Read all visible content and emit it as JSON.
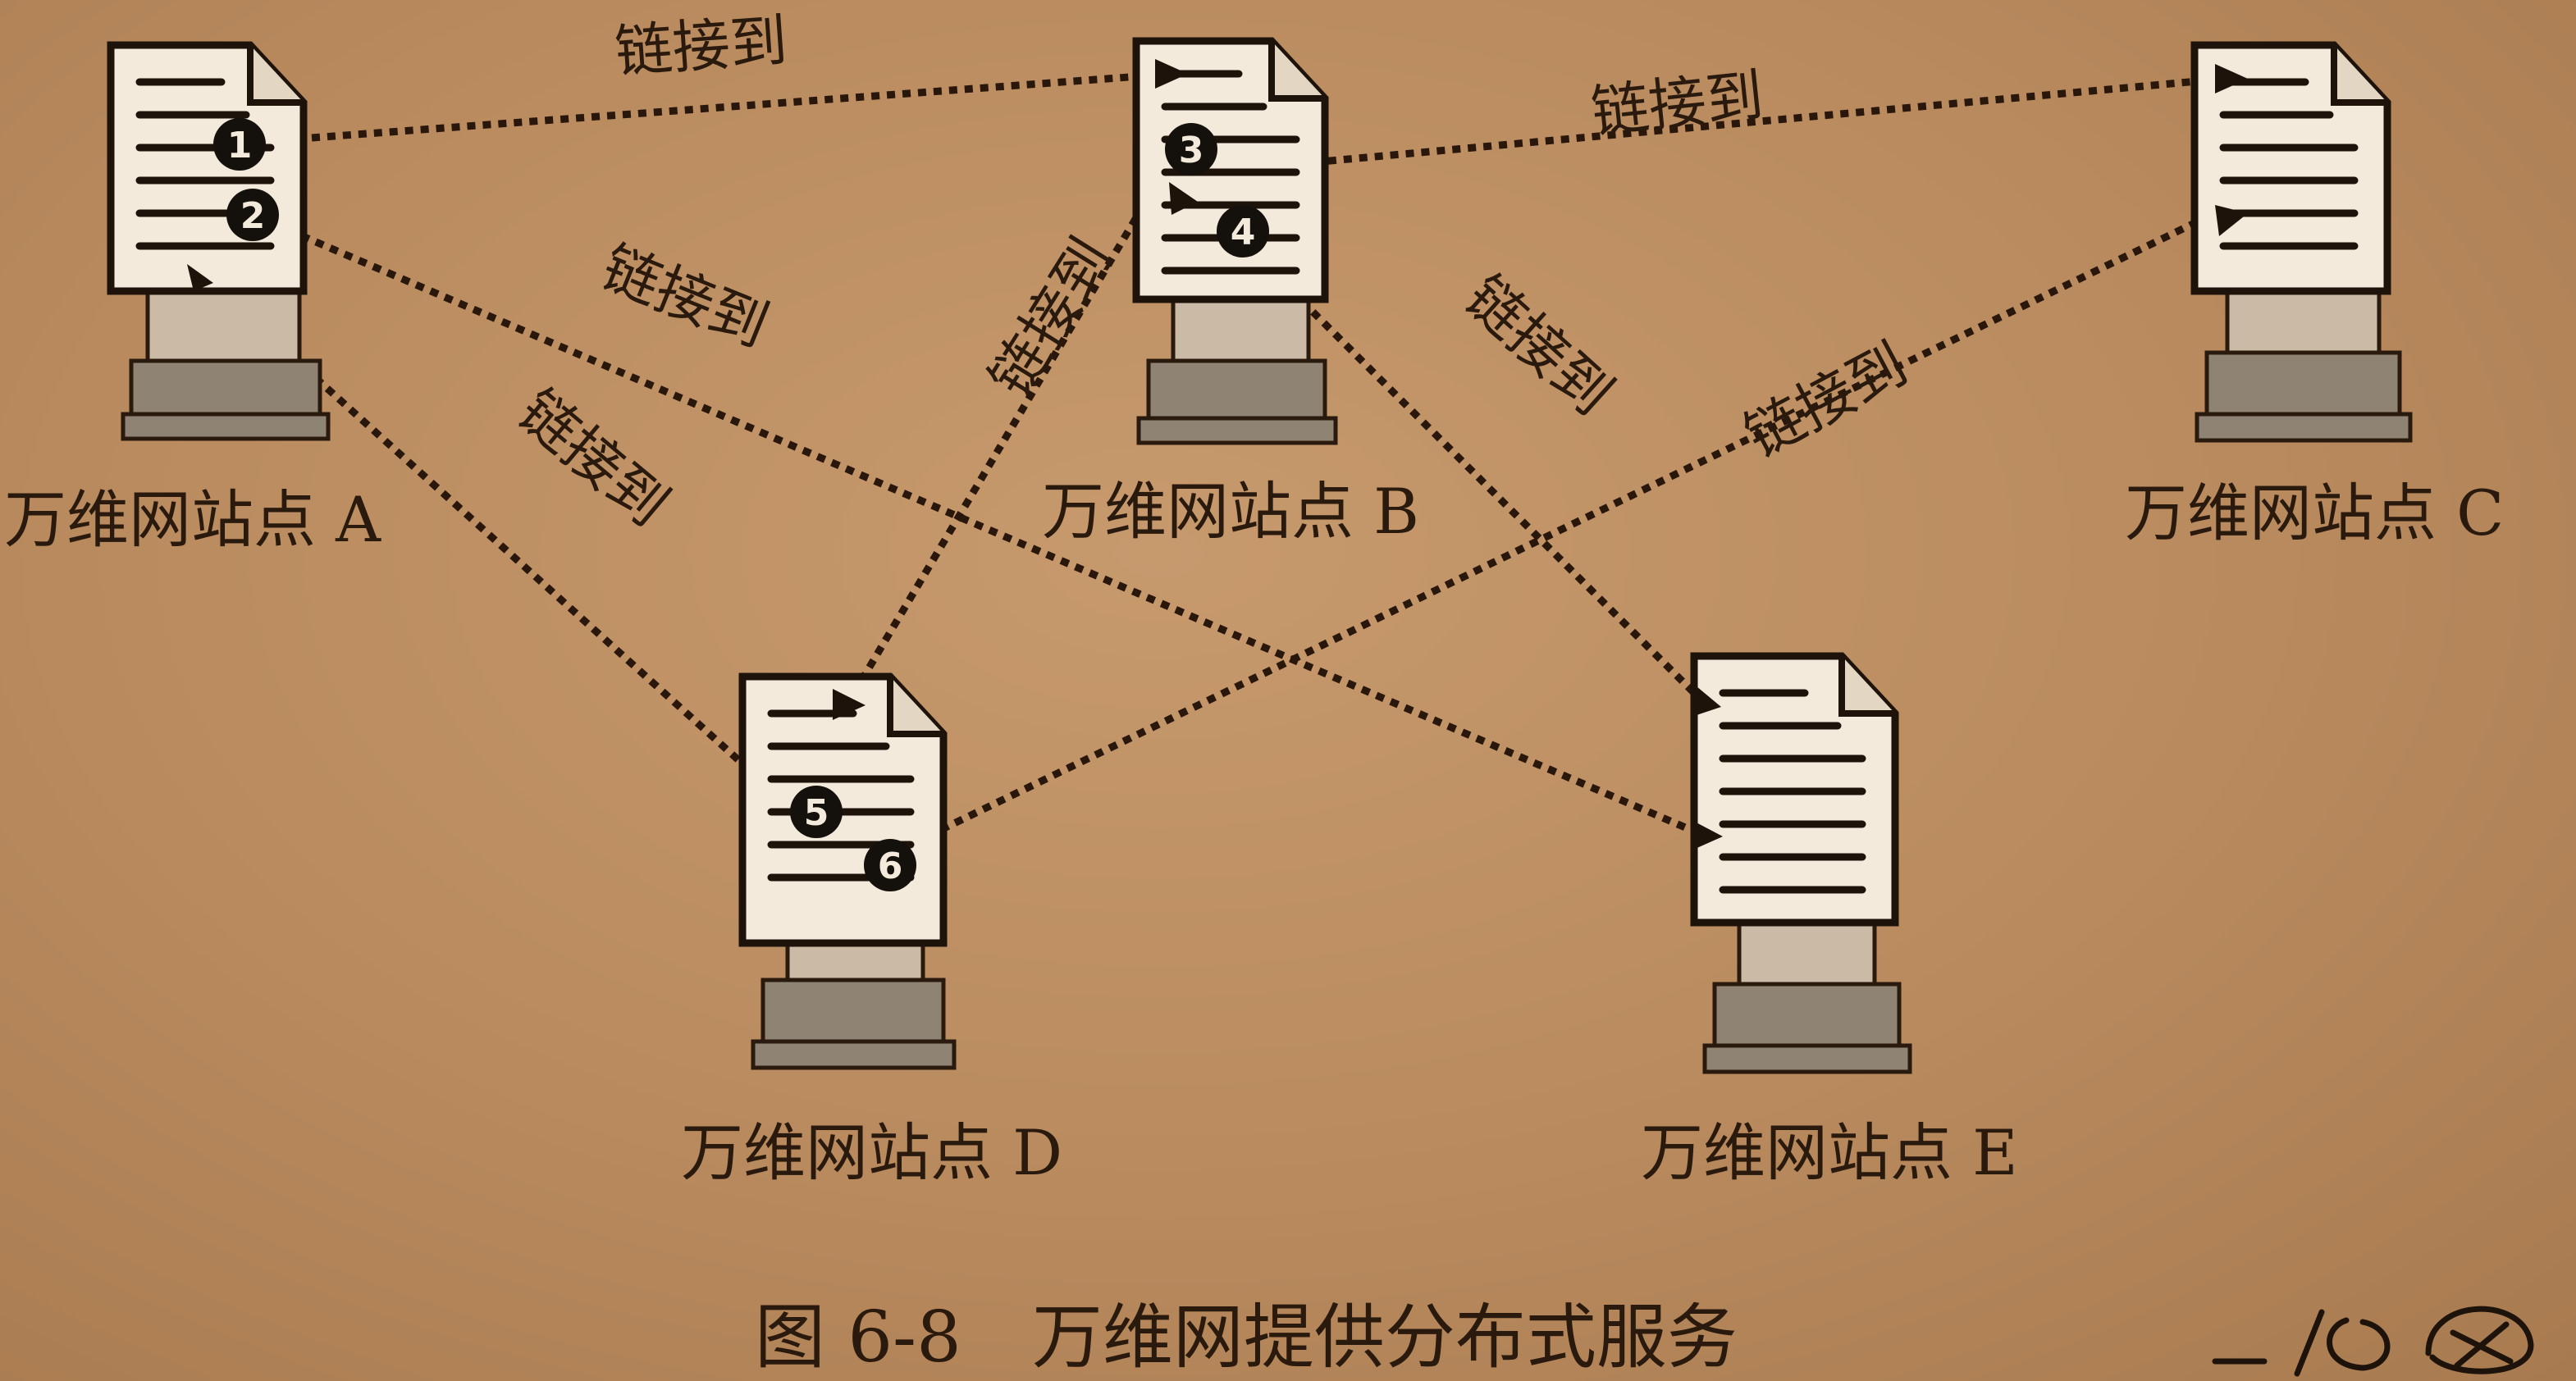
{
  "sites": {
    "a": "万维网站点 A",
    "b": "万维网站点 B",
    "c": "万维网站点 C",
    "d": "万维网站点 D",
    "e": "万维网站点 E"
  },
  "link_label": "链接到",
  "badges": [
    "1",
    "2",
    "3",
    "4",
    "5",
    "6"
  ],
  "caption": "图 6-8　万维网提供分布式服务"
}
